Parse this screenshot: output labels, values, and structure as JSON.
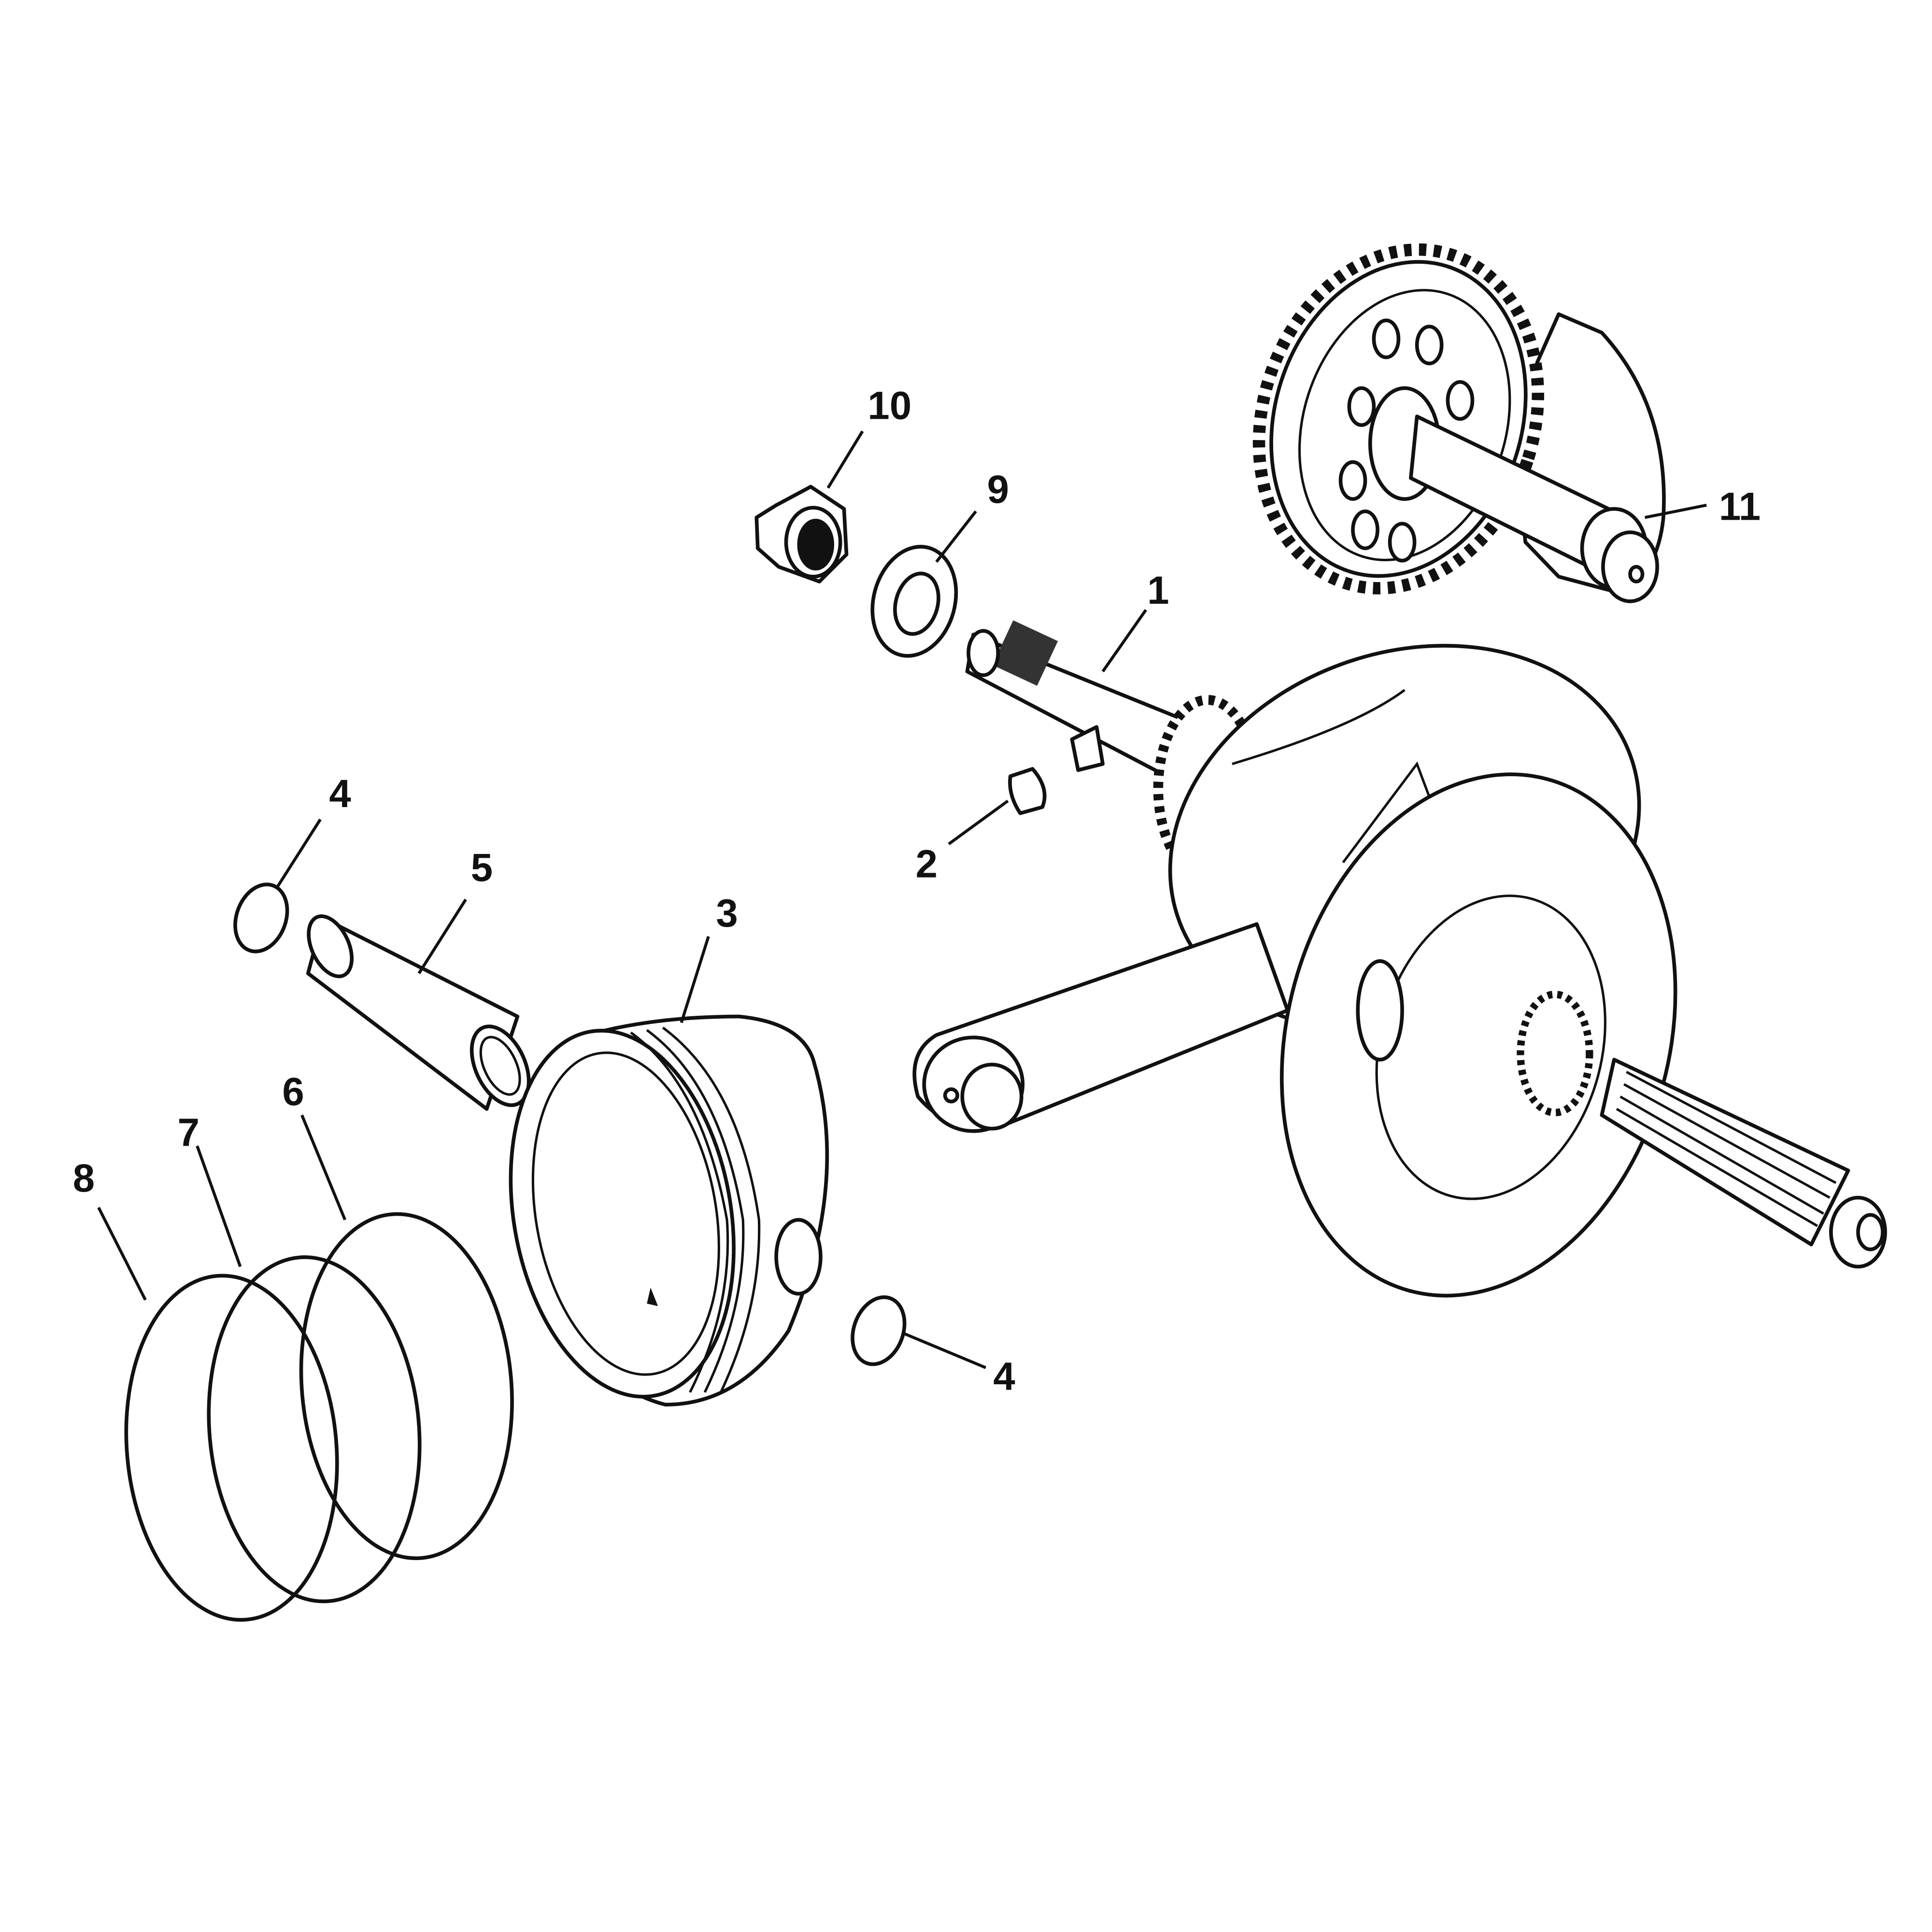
{
  "diagram": {
    "type": "exploded parts diagram",
    "subject": "crankshaft, connecting rod, piston and balancer assembly",
    "background": "#ffffff",
    "line_color": "#111111"
  },
  "callouts": [
    {
      "id": "c1",
      "label": "1",
      "part": "crankshaft-assembly"
    },
    {
      "id": "c2",
      "label": "2",
      "part": "woodruff-key"
    },
    {
      "id": "c3",
      "label": "3",
      "part": "piston"
    },
    {
      "id": "c4a",
      "label": "4",
      "part": "piston-pin-clip-left"
    },
    {
      "id": "c4b",
      "label": "4",
      "part": "piston-pin-clip-right"
    },
    {
      "id": "c5",
      "label": "5",
      "part": "piston-pin"
    },
    {
      "id": "c6",
      "label": "6",
      "part": "piston-ring-top"
    },
    {
      "id": "c7",
      "label": "7",
      "part": "piston-ring-second"
    },
    {
      "id": "c8",
      "label": "8",
      "part": "oil-ring"
    },
    {
      "id": "c9",
      "label": "9",
      "part": "washer"
    },
    {
      "id": "c10",
      "label": "10",
      "part": "nut"
    },
    {
      "id": "c11",
      "label": "11",
      "part": "balancer-shaft-gear"
    }
  ]
}
